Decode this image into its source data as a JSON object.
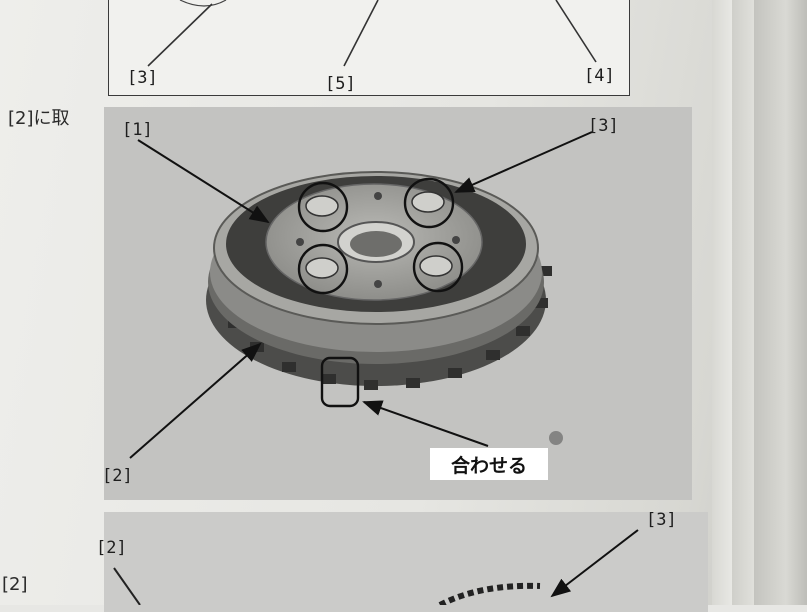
{
  "manual": {
    "side_text_1": "[2]に取",
    "side_text_2": "[2]"
  },
  "figure_top": {
    "callouts": [
      {
        "id": "c3",
        "text": "[3]"
      },
      {
        "id": "c5",
        "text": "[5]"
      },
      {
        "id": "c4",
        "text": "[4]"
      }
    ]
  },
  "figure_main": {
    "callouts": [
      {
        "id": "c1",
        "text": "[1]"
      },
      {
        "id": "c3",
        "text": "[3]"
      },
      {
        "id": "c2",
        "text": "[2]"
      }
    ],
    "align_label": "合わせる"
  },
  "figure_bottom": {
    "callouts": [
      {
        "id": "c2",
        "text": "[2]"
      },
      {
        "id": "c3",
        "text": "[3]"
      }
    ]
  }
}
